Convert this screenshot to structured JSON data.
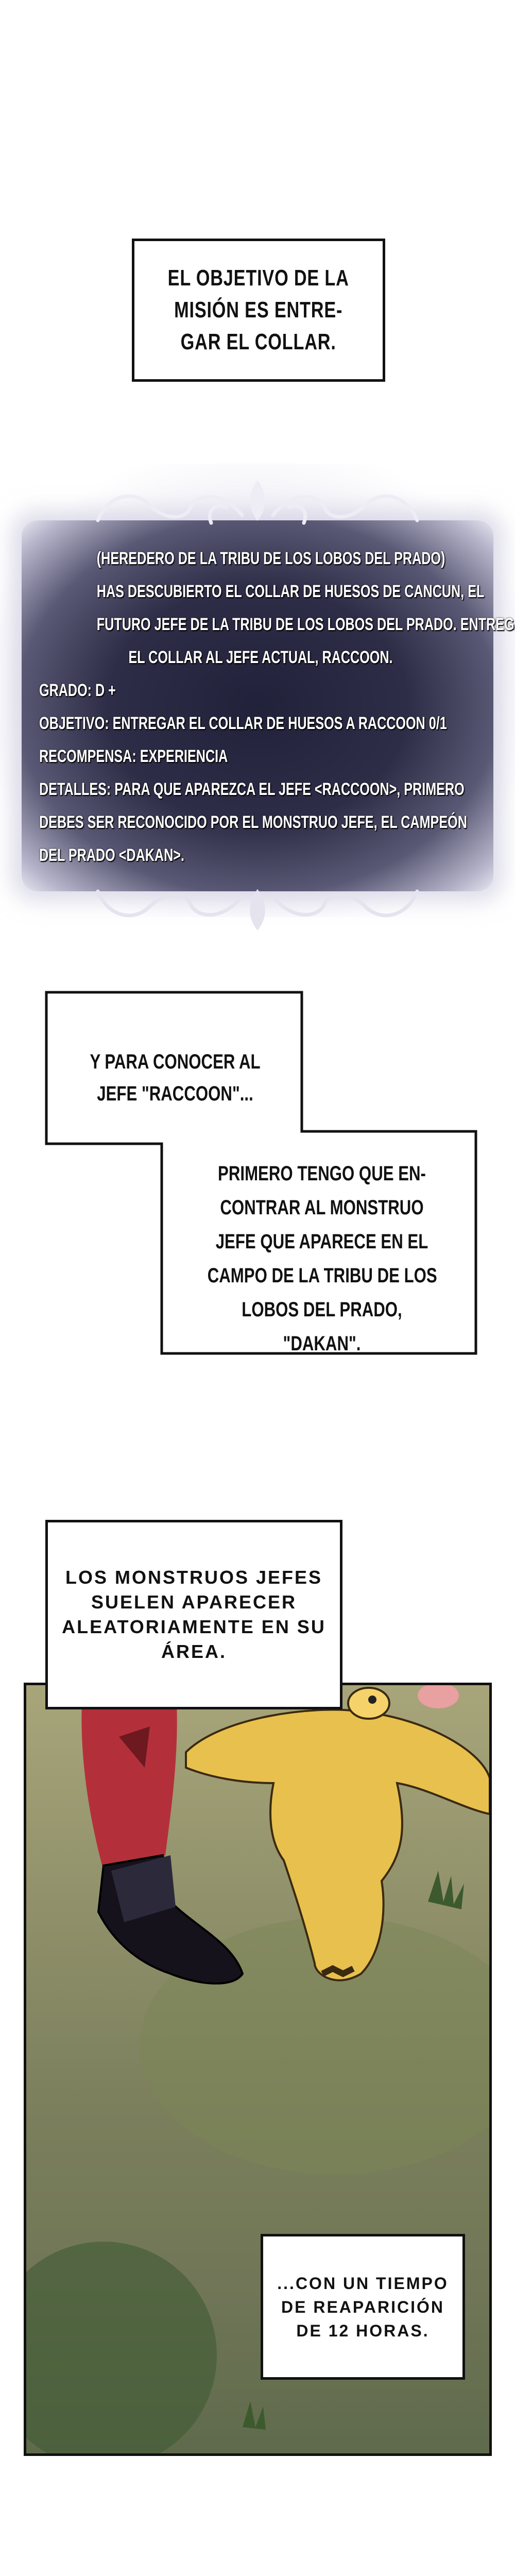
{
  "caption_objective": {
    "lines": [
      "EL OBJETIVO DE LA",
      "MISIÓN ES ENTRE-",
      "GAR EL COLLAR."
    ]
  },
  "quest_window": {
    "title": "(HEREDERO DE LA TRIBU DE LOS LOBOS DEL PRADO)",
    "description": [
      "HAS DESCUBIERTO EL COLLAR DE HUESOS DE CANCUN, EL",
      "FUTURO JEFE DE LA TRIBU DE LOS LOBOS DEL PRADO. ENTREGA",
      "EL COLLAR AL JEFE ACTUAL, RACCOON."
    ],
    "grade": "GRADO: D +",
    "objective": "OBJETIVO: ENTREGAR EL COLLAR DE HUESOS A RACCOON 0/1",
    "reward": "RECOMPENSA: EXPERIENCIA",
    "details": [
      "DETALLES: PARA QUE APAREZCA EL JEFE <RACCOON>, PRIMERO",
      "DEBES SER RECONOCIDO POR EL MONSTRUO JEFE, EL CAMPEÓN",
      "DEL PRADO <DAKAN>."
    ]
  },
  "thought_1": {
    "lines": [
      "Y PARA CONOCER AL",
      "JEFE \"RACCOON\"..."
    ]
  },
  "thought_2": {
    "lines": [
      "PRIMERO TENGO QUE EN-",
      "CONTRAR AL MONSTRUO",
      "JEFE QUE APARECE EN EL",
      "CAMPO DE LA TRIBU DE LOS",
      "LOBOS DEL PRADO,",
      "\"DAKAN\"."
    ]
  },
  "caption_boss": {
    "lines": [
      "LOS MONSTRUOS JEFES",
      "SUELEN APARECER",
      "ALEATORIAMENTE EN SU",
      "ÁREA."
    ]
  },
  "caption_respawn": {
    "lines": [
      "...CON UN TIEMPO",
      "DE REAPARICIÓN",
      "DE 12 HORAS."
    ]
  }
}
